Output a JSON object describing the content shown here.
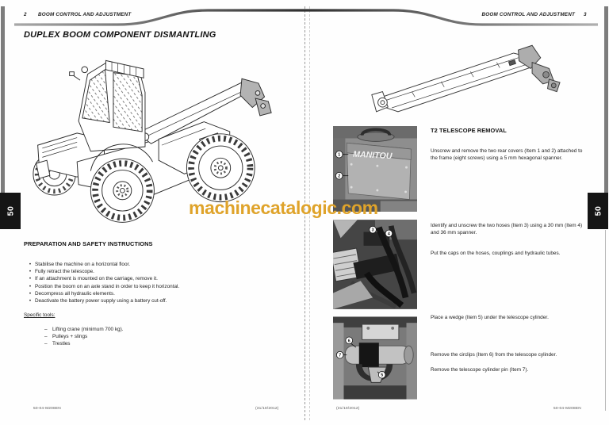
{
  "colors": {
    "watermark": "#DFA32A",
    "tab_bg": "#151515"
  },
  "watermark": {
    "text": "machinecatalogic.com"
  },
  "left_page": {
    "header": {
      "page_number": "2",
      "title": "BOOM CONTROL AND ADJUSTMENT"
    },
    "side_tab": "50",
    "title": "DUPLEX BOOM COMPONENT DISMANTLING",
    "safety": {
      "heading": "PREPARATION AND SAFETY INSTRUCTIONS",
      "bullets": [
        "Stabilise the machine on a horizontal floor.",
        "Fully retract the telescope.",
        "If an attachment is mounted on the carriage, remove it.",
        "Position the boom on an axle stand in order to keep it horizontal.",
        "Decompress all hydraulic elements.",
        "Deactivate the battery power supply using a battery cut-off."
      ],
      "tools_heading": "Specific tools:",
      "tools": [
        "Lifting crane (minimum 700 kg).",
        "Pulleys + slings",
        "Trestles"
      ]
    },
    "footer": {
      "left": "50-04-M208EN",
      "right": "(31/10/2012)"
    }
  },
  "right_page": {
    "header": {
      "title": "BOOM CONTROL AND ADJUSTMENT",
      "page_number": "3"
    },
    "side_tab": "50",
    "section_heading": "T2 TELESCOPE REMOVAL",
    "steps": {
      "step1": "Unscrew and remove the two rear covers (Item 1 and 2) attached to the frame (eight screws) using a 5 mm hexagonal spanner.",
      "step2": "Identify and unscrew the two hoses (Item 3) using a 30 mm (Item 4) and 36 mm spanner.",
      "step3": "Put the caps on the hoses, couplings and hydraulic tubes.",
      "step4": "Place a wedge (Item 5) under the telescope cylinder.",
      "step5": "Remove the circlips (Item 6) from the telescope cylinder.",
      "step6": "Remove the telescope cylinder pin (Item 7)."
    },
    "photos": {
      "photo1": {
        "label": "MANITOU",
        "callouts": [
          "1",
          "2"
        ]
      },
      "photo2": {
        "callouts": [
          "3",
          "4"
        ]
      },
      "photo3": {
        "callouts": [
          "5",
          "6",
          "7"
        ]
      }
    },
    "footer": {
      "left": "(31/10/2012)",
      "right": "50-04-M208EN"
    }
  }
}
